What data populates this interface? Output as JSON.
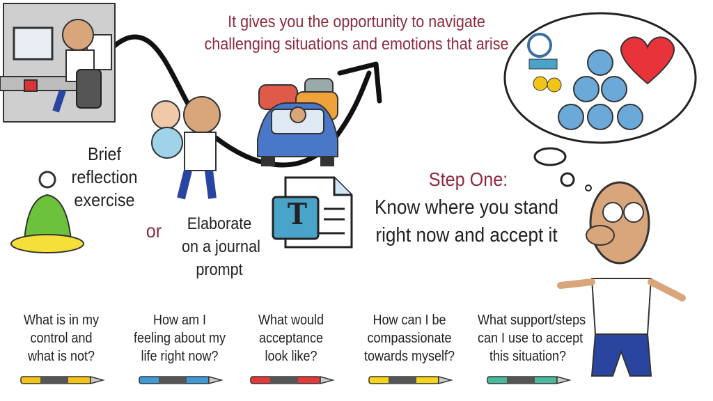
{
  "header": {
    "line1": "It gives you the opportunity to navigate",
    "line2": "challenging situations and emotions that arise"
  },
  "left": {
    "reflection": [
      "Brief",
      "reflection",
      "exercise"
    ],
    "or": "or",
    "journal": [
      "Elaborate",
      "on a journal",
      "prompt"
    ]
  },
  "step": {
    "title": "Step One:",
    "line1": "Know where you stand",
    "line2": "right now and accept it"
  },
  "document_icon_letter": "T",
  "questions": [
    {
      "lines": [
        "What is in my",
        "control and",
        "what is not?"
      ],
      "pen_color": "#f2c417"
    },
    {
      "lines": [
        "How am I",
        "feeling about my",
        "life right now?"
      ],
      "pen_color": "#3f9ad6"
    },
    {
      "lines": [
        "What would",
        "acceptance",
        "look like?"
      ],
      "pen_color": "#e23a3a"
    },
    {
      "lines": [
        "How can I be",
        "compassionate",
        "towards myself?"
      ],
      "pen_color": "#f5d41c"
    },
    {
      "lines": [
        "What support/steps",
        "can I use to accept",
        "this situation?"
      ],
      "pen_color": "#4bb89a"
    }
  ],
  "colors": {
    "accent_red": "#8e2a3e",
    "heart": "#e8333a",
    "skin": "#d9a57b"
  }
}
